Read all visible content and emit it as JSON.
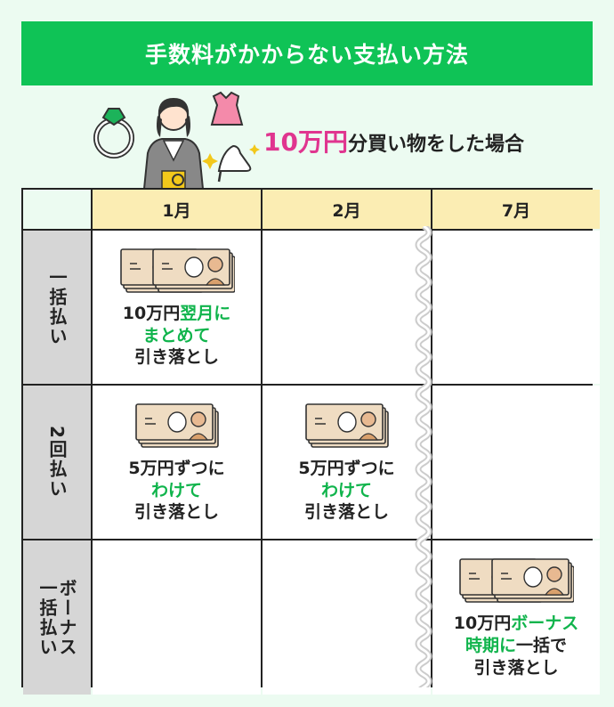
{
  "title": "手数料がかからない支払い方法",
  "subtitle": {
    "amount": "10万円",
    "rest": "分買い物をした場合"
  },
  "columns": [
    "1月",
    "2月",
    "7月"
  ],
  "rows": [
    {
      "label": "一括払い",
      "cells": [
        {
          "bills": 2,
          "pre": "10万円",
          "hl1": "翌月に",
          "hl2": "まとめて",
          "post": "",
          "line3": "引き落とし"
        },
        null,
        null
      ]
    },
    {
      "label": "2回払い",
      "cells": [
        {
          "bills": 1,
          "pre": "5万円ずつに",
          "hl1": "",
          "hl2": "わけて",
          "post": "",
          "line3": "引き落とし"
        },
        {
          "bills": 1,
          "pre": "5万円ずつに",
          "hl1": "",
          "hl2": "わけて",
          "post": "",
          "line3": "引き落とし"
        },
        null
      ]
    },
    {
      "label": "ボーナス一括払い",
      "label_lines": [
        "ボーナス",
        "一括払い"
      ],
      "cells": [
        null,
        null,
        {
          "bills": 2,
          "pre": "10万円",
          "hl1": "ボーナス",
          "hl2": "時期に",
          "post": "一括で",
          "line3": "引き落とし"
        }
      ]
    }
  ],
  "colors": {
    "banner": "#0fc356",
    "highlight": "#10b44c",
    "amount": "#e0358f",
    "header": "#fbedb3",
    "row_header": "#d6d6d6",
    "background": "#ecfbf1"
  },
  "icons": [
    "ring-icon",
    "woman-shopper-icon",
    "dress-icon",
    "high-heel-icon",
    "banknote-icon"
  ]
}
